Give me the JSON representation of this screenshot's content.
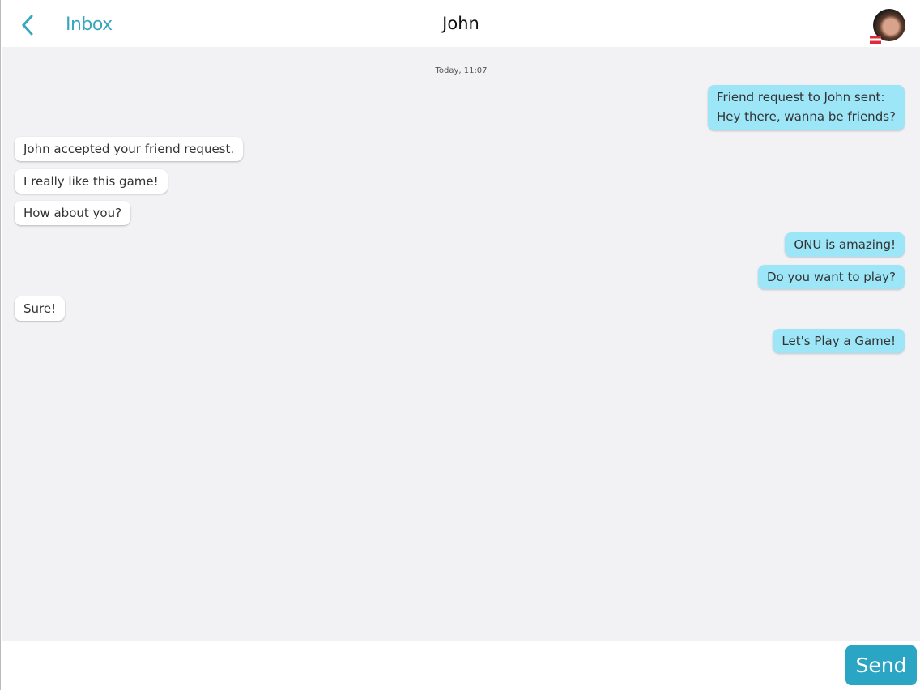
{
  "header": {
    "back_label": "Inbox",
    "title": "John",
    "avatar_icon": "user-avatar",
    "flag_icon": "flag-icon"
  },
  "chat": {
    "timestamp": "Today, 11:07",
    "messages": [
      {
        "dir": "out",
        "lines": [
          "Friend request to John sent:",
          "Hey there, wanna be friends?"
        ]
      },
      {
        "dir": "in",
        "text": "John accepted your friend request."
      },
      {
        "dir": "in",
        "text": "I really like this game!"
      },
      {
        "dir": "in",
        "text": "How about you?"
      },
      {
        "dir": "out",
        "text": "ONU is amazing!"
      },
      {
        "dir": "out",
        "text": "Do you want to play?"
      },
      {
        "dir": "in",
        "text": "Sure!"
      },
      {
        "dir": "out",
        "text": "Let's Play a Game!"
      }
    ]
  },
  "footer": {
    "input_value": "",
    "send_label": "Send"
  },
  "colors": {
    "accent": "#2ba5c4",
    "sent_bubble": "#9de6f8",
    "background": "#f2f2f4"
  }
}
